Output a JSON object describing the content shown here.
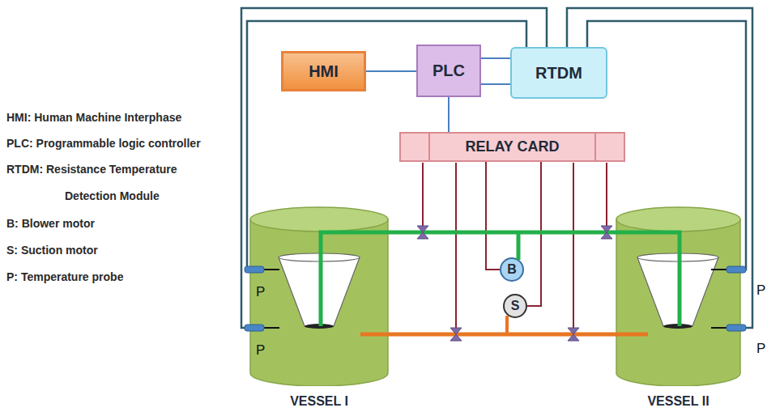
{
  "diagram": {
    "nodes": [
      {
        "text": [
          "HMI"
        ]
      },
      {
        "text": [
          "PLC"
        ]
      },
      {
        "text": [
          "RTDM"
        ]
      },
      {
        "text": [
          "RELAY CARD"
        ]
      },
      {
        "text": [
          "B"
        ]
      },
      {
        "text": [
          "S"
        ]
      },
      {
        "text": [
          "VESSEL I"
        ]
      },
      {
        "text": [
          "VESSEL II"
        ]
      }
    ],
    "edges": [
      {
        "from": 0,
        "to": 1,
        "arrow": "none"
      },
      {
        "from": 1,
        "to": 2,
        "arrow": "none"
      },
      {
        "from": 1,
        "to": 2,
        "arrow": "none"
      },
      {
        "from": 1,
        "to": 3,
        "arrow": "none"
      },
      {
        "from": 3,
        "to": 4,
        "arrow": "none"
      },
      {
        "from": 3,
        "to": 5,
        "arrow": "none"
      },
      {
        "from": 2,
        "to": 6,
        "arrow": "none"
      },
      {
        "from": 2,
        "to": 6,
        "arrow": "none"
      },
      {
        "from": 2,
        "to": 7,
        "arrow": "none"
      },
      {
        "from": 2,
        "to": 7,
        "arrow": "none"
      }
    ],
    "labels": [
      "HMI: Human Machine Interphase",
      "PLC: Programmable logic controller",
      "RTDM: Resistance Temperature Detection Module",
      "B: Blower motor",
      "S: Suction motor",
      "P: Temperature probe",
      "P",
      "P",
      "P",
      "P"
    ]
  }
}
